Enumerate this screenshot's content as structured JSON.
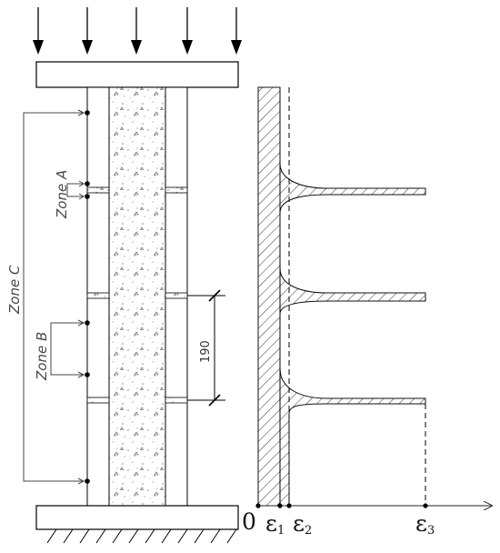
{
  "zones": {
    "zone_a": "Zone A",
    "zone_b": "Zone B",
    "zone_c": "Zone C"
  },
  "dimension": {
    "spacing": "190"
  },
  "axis": {
    "origin": "0",
    "e1_symbol": "ε",
    "e1_sub": "1",
    "e2_symbol": "ε",
    "e2_sub": "2",
    "e3_symbol": "ε",
    "e3_sub": "3"
  }
}
